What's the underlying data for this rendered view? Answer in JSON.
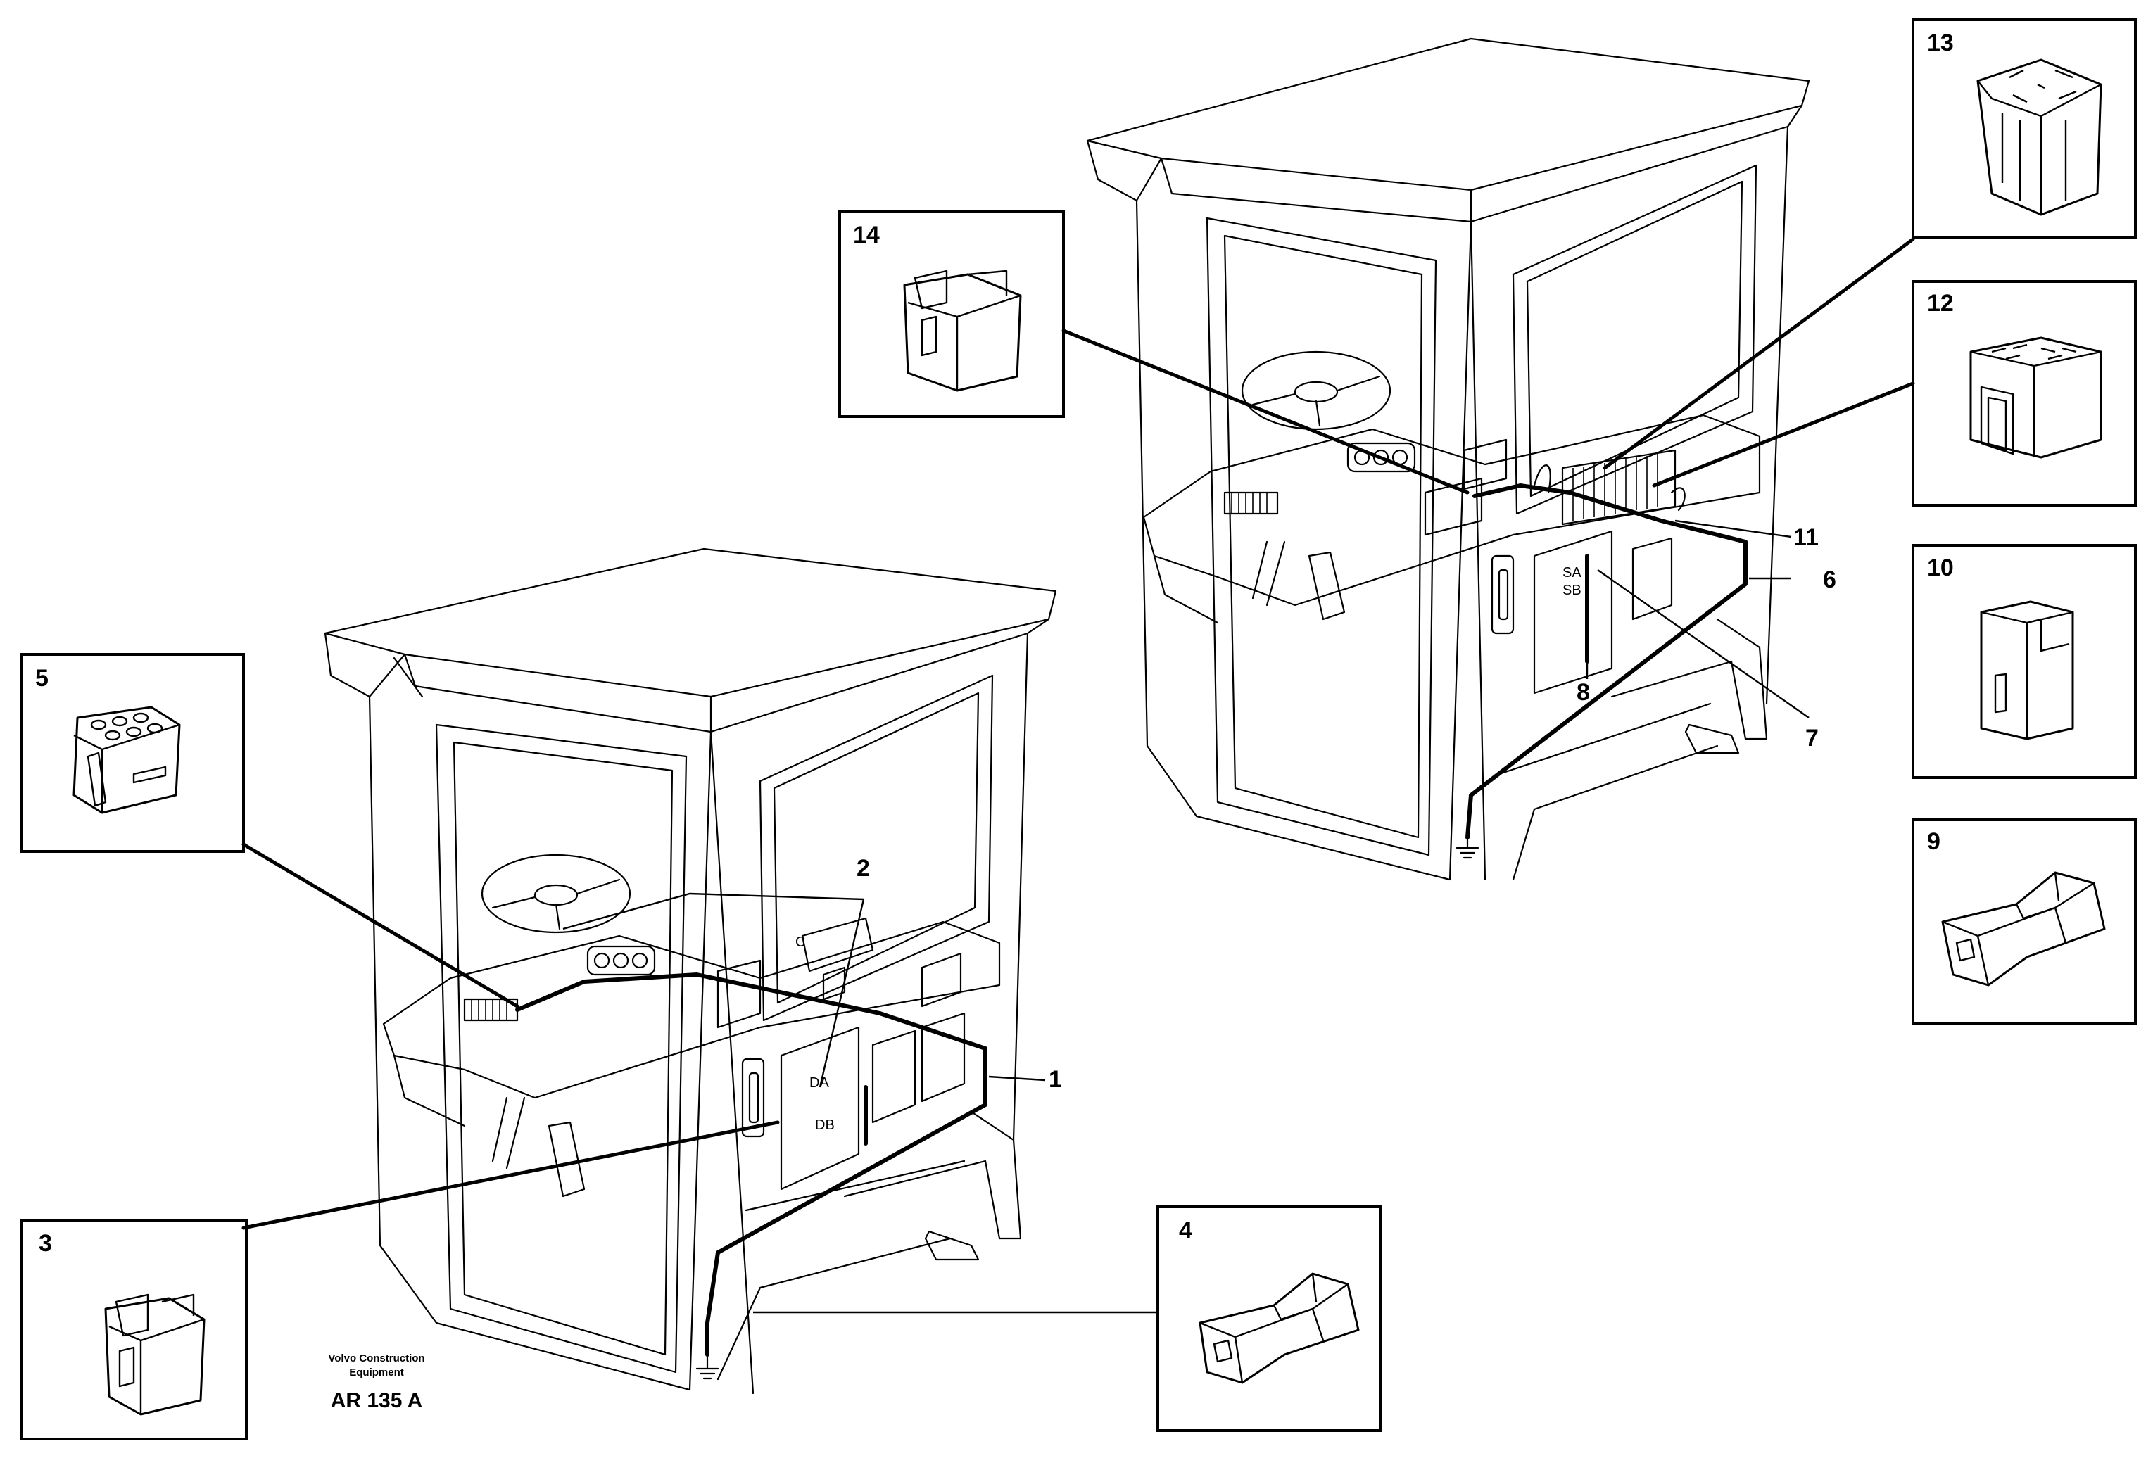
{
  "callouts": {
    "c1": "1",
    "c2": "2",
    "c3": "3",
    "c4": "4",
    "c5": "5",
    "c6": "6",
    "c7": "7",
    "c8": "8",
    "c9": "9",
    "c10": "10",
    "c11": "11",
    "c12": "12",
    "c13": "13",
    "c14": "14"
  },
  "panel_marks": {
    "da": "DA",
    "db": "DB",
    "sa": "SA",
    "sb": "SB",
    "c": "C"
  },
  "caption": {
    "line1": "Volvo Construction",
    "line2": "Equipment",
    "code": "AR 135 A"
  }
}
